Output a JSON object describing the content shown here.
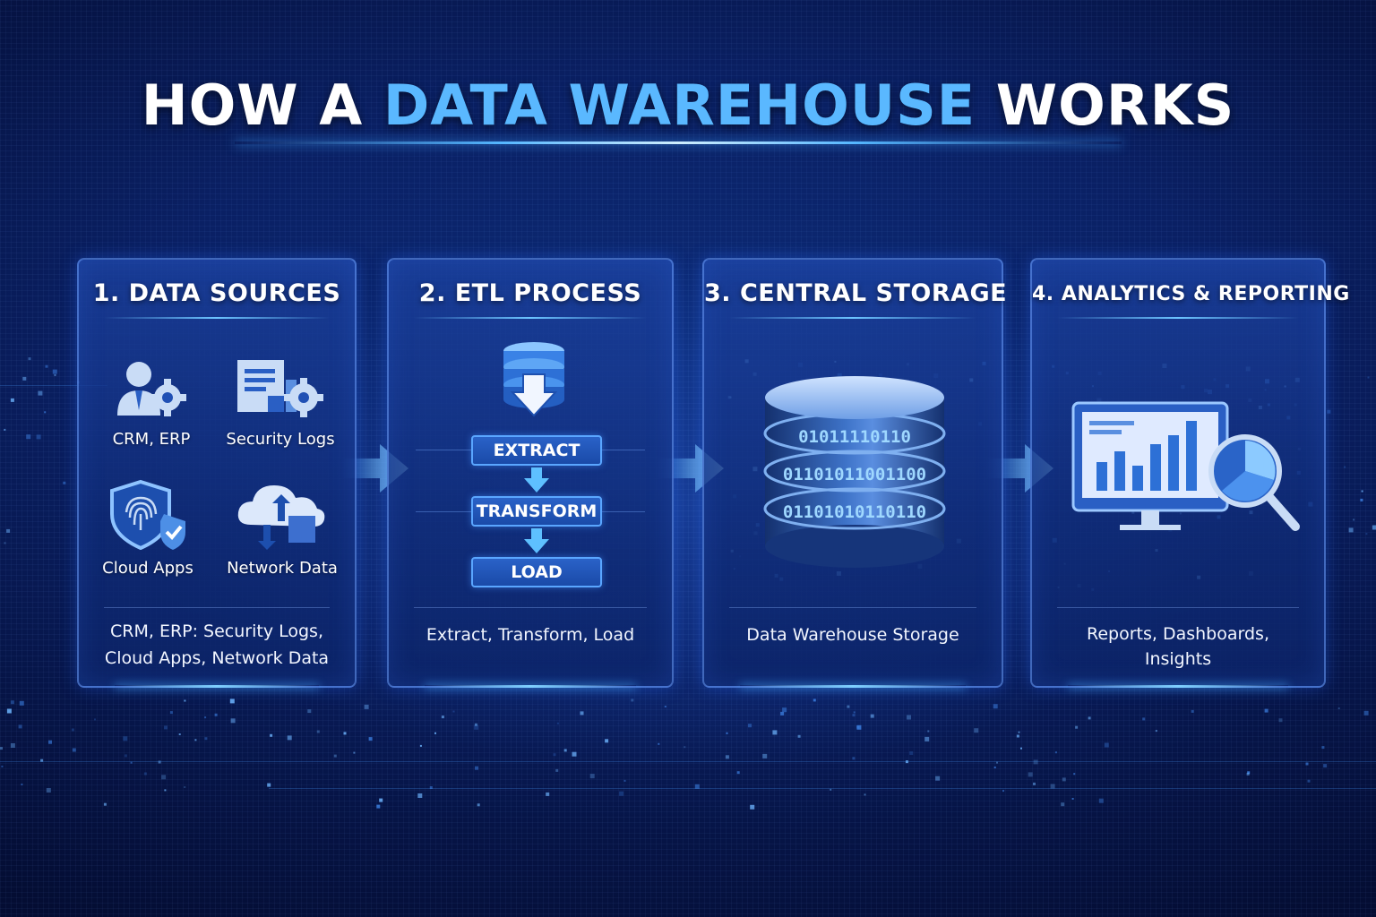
{
  "title": {
    "part1": "HOW A ",
    "highlight": "DATA WAREHOUSE",
    "part2": " WORKS"
  },
  "colors": {
    "background": "#0a2064",
    "accent": "#5ab8ff",
    "panel": "#1c42a0"
  },
  "panels": [
    {
      "heading": "1. DATA SOURCES",
      "sources": [
        {
          "label": "CRM, ERP",
          "icon": "person-gear-icon"
        },
        {
          "label": "Security Logs",
          "icon": "document-gear-icon"
        },
        {
          "label": "Cloud Apps",
          "icon": "fingerprint-shield-icon"
        },
        {
          "label": "Network Data",
          "icon": "cloud-transfer-icon"
        }
      ],
      "footer_line1": "CRM, ERP: Security Logs,",
      "footer_line2": "Cloud Apps, Network Data"
    },
    {
      "heading": "2. ETL PROCESS",
      "icon": "database-download-icon",
      "steps": [
        "EXTRACT",
        "TRANSFORM",
        "LOAD"
      ],
      "footer": "Extract, Transform, Load"
    },
    {
      "heading": "3. CENTRAL STORAGE",
      "icon": "binary-database-icon",
      "binary_rows": [
        "01011110110",
        "01101011001100",
        "01101010110110"
      ],
      "footer": "Data Warehouse Storage"
    },
    {
      "heading": "4. ANALYTICS & REPORTING",
      "icon": "monitor-chart-magnifier-icon",
      "footer_line1": "Reports, Dashboards,",
      "footer_line2": "Insights"
    }
  ]
}
